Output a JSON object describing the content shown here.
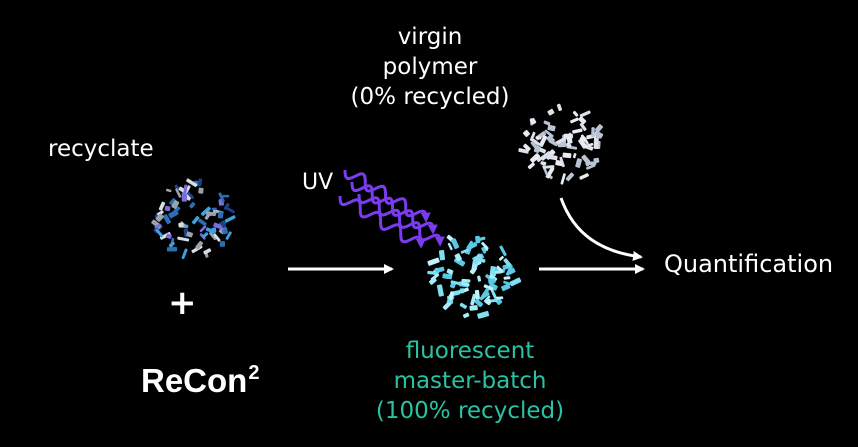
{
  "labels": {
    "virgin_lines": [
      "virgin",
      "polymer",
      "(0% recycled)"
    ],
    "recyclate": "recyclate",
    "uv": "UV",
    "quantification": "Quantification",
    "plus": "+",
    "brand_main": "ReCon",
    "brand_sup": "2",
    "fluorescent_lines": [
      "fluorescent",
      "master-batch",
      "(100% recycled)"
    ]
  },
  "colors": {
    "background": "#000000",
    "text": "#ffffff",
    "fluorescent_text": "#29c3a3",
    "uv_waves": "#7a3cf0",
    "arrows": "#ffffff",
    "virgin_flakes": [
      "#dde3ea",
      "#b9c4d2",
      "#e8ecf2"
    ],
    "recyclate_flakes": [
      "#2a6fb3",
      "#1e3f8a",
      "#3fa1e0",
      "#d9dde3",
      "#9aa3ad",
      "#7a6fd8"
    ],
    "fluorescent_flakes": [
      "#7fe0f0",
      "#a8ecf6",
      "#5cc9e4",
      "#c6f3fa"
    ]
  }
}
